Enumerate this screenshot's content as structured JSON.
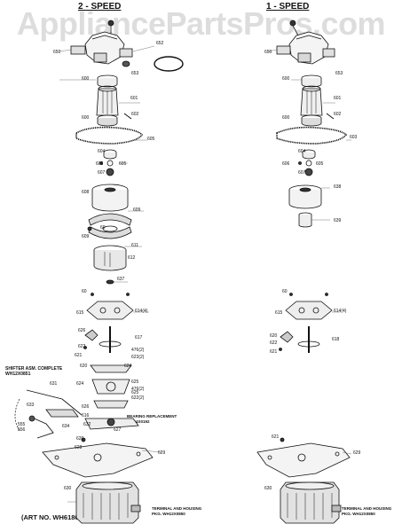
{
  "watermark": "AppliancePartsPros.com",
  "titles": {
    "left": "2 - SPEED",
    "right": "1 - SPEED"
  },
  "art_no": "(ART NO. WH6186)",
  "shifter": {
    "line1": "SHIFTER ASM. COMPLETE",
    "line2": "WH12X0851"
  },
  "notes": {
    "bearing_line1": "BEARING REPLACEMENT",
    "bearing_line2": "WH04X0192",
    "housing_left_line1": "TERMINAL AND HOUSING",
    "housing_left_line2": "PKG. WH12X0850",
    "housing_right_line1": "TERMINAL AND HOUSING",
    "housing_right_line2": "PKG. WH12X0850"
  },
  "left_labels": [
    "650",
    "652",
    "600",
    "653",
    "601",
    "600",
    "602",
    "605",
    "604",
    "606",
    "605",
    "607",
    "608",
    "609",
    "60",
    "609",
    "611",
    "612",
    "637",
    "60",
    "615",
    "614(4)",
    "626",
    "617",
    "622",
    "621",
    "476(2)",
    "623(2)",
    "624",
    "620",
    "625",
    "624",
    "625",
    "476(2)",
    "622(2)",
    "631",
    "633",
    "626",
    "616",
    "634",
    "555",
    "556",
    "632",
    "627",
    "620",
    "628",
    "629",
    "630"
  ],
  "right_labels": [
    "650",
    "653",
    "600",
    "601",
    "600",
    "602",
    "603",
    "604",
    "606",
    "605",
    "607",
    "638",
    "639",
    "60",
    "615",
    "614(4)",
    "620",
    "622",
    "621",
    "618",
    "629",
    "621",
    "630"
  ]
}
